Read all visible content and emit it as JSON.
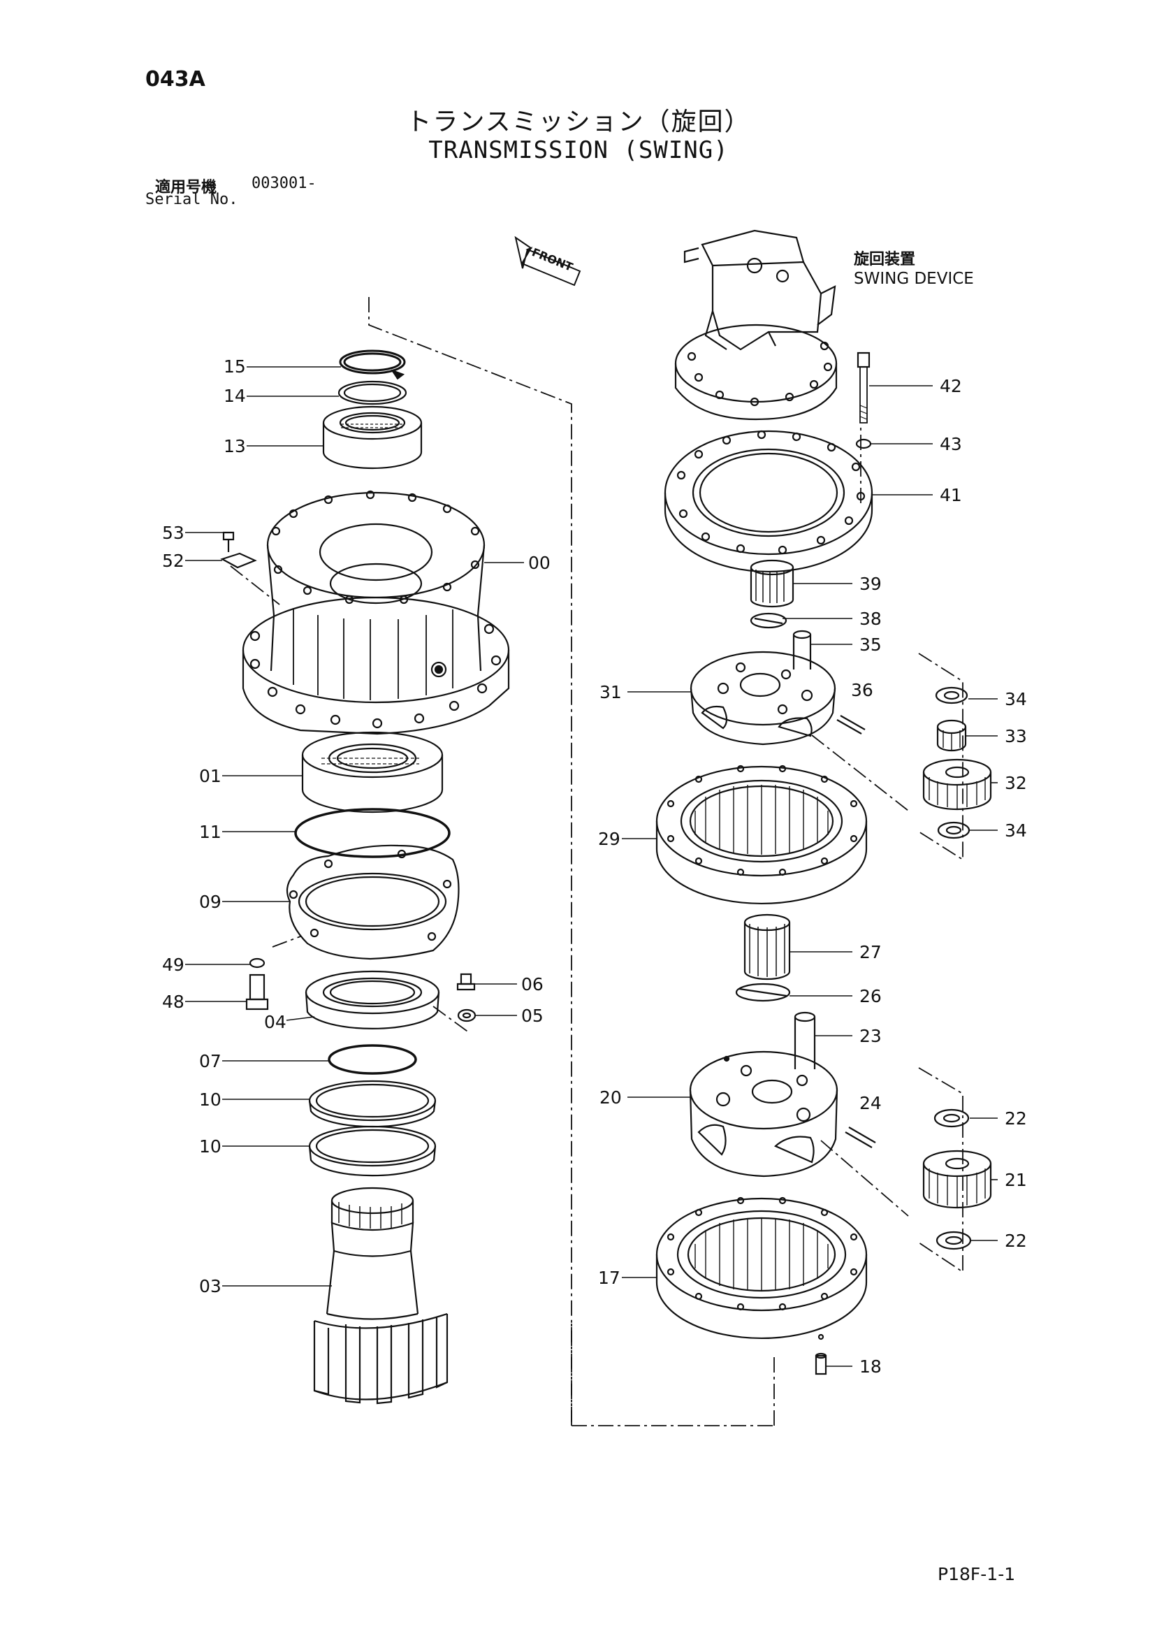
{
  "header": {
    "page_code": "043A",
    "title_jp": "トランスミッション（旋回）",
    "title_en": "TRANSMISSION (SWING)",
    "serial_label_jp": "適用号機",
    "serial_number": "003001-",
    "serial_label_en": "Serial No."
  },
  "front_label": "FRONT",
  "swing_device": {
    "label_jp": "旋回装置",
    "label_en": "SWING DEVICE"
  },
  "parts": {
    "p00": "00",
    "p01": "01",
    "p03": "03",
    "p04": "04",
    "p05": "05",
    "p06": "06",
    "p07": "07",
    "p09": "09",
    "p10a": "10",
    "p10b": "10",
    "p11": "11",
    "p13": "13",
    "p14": "14",
    "p15": "15",
    "p17": "17",
    "p18": "18",
    "p20": "20",
    "p21": "21",
    "p22a": "22",
    "p22b": "22",
    "p23": "23",
    "p24": "24",
    "p26": "26",
    "p27": "27",
    "p29": "29",
    "p31": "31",
    "p32": "32",
    "p33": "33",
    "p34a": "34",
    "p34b": "34",
    "p35": "35",
    "p36": "36",
    "p38": "38",
    "p39": "39",
    "p41": "41",
    "p42": "42",
    "p43": "43",
    "p48": "48",
    "p49": "49",
    "p52": "52",
    "p53": "53"
  },
  "footer_code": "P18F-1-1"
}
